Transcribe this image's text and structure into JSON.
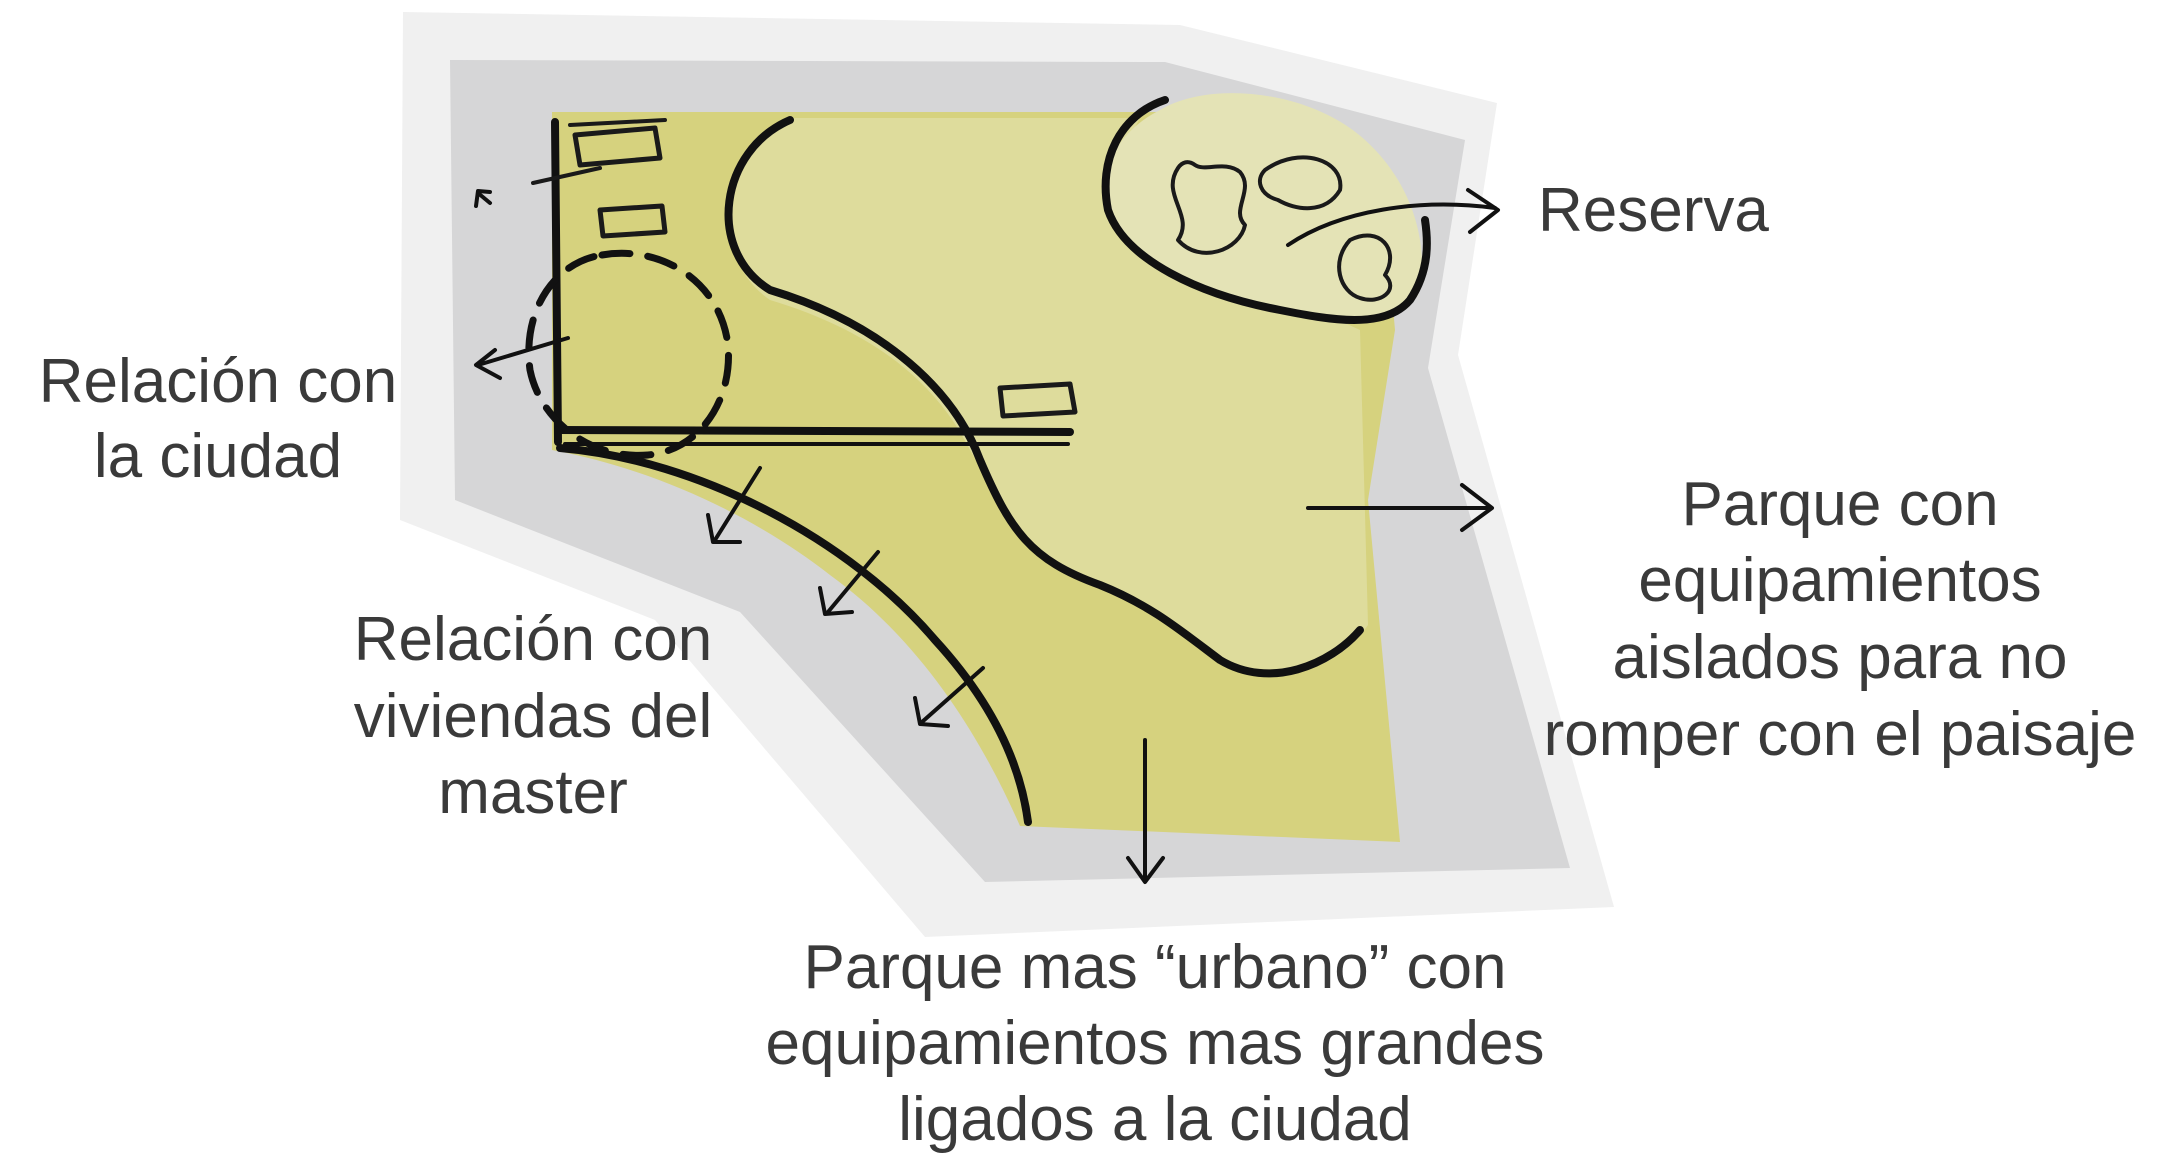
{
  "labels": {
    "reserva": "Reserva",
    "relacion_ciudad": [
      "Relación con",
      "la ciudad"
    ],
    "relacion_viviendas": [
      "Relación con",
      "viviendas del",
      "master"
    ],
    "parque_aislados": [
      "Parque con",
      "equipamientos",
      "aislados para no",
      "romper con el paisaje"
    ],
    "parque_urbano": [
      "Parque mas “urbano” con",
      "equipamientos mas grandes",
      "ligados a la ciudad"
    ]
  },
  "colors": {
    "outer_buffer": "#f0f0f0",
    "inner_buffer": "#d6d6d7",
    "park_main": "#d6d27e",
    "park_light": "#dedc9c",
    "reserve": "#e4e3b6",
    "ink": "#111111",
    "text": "#3a3a3a"
  }
}
